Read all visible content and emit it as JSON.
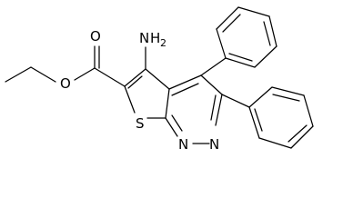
{
  "molecule": {
    "atoms": {
      "amino": {
        "element": "N",
        "hydrogens": "H",
        "count": "2"
      },
      "sulfur": {
        "element": "S"
      },
      "ester_carbonyl_o": {
        "element": "O"
      },
      "ester_ether_o": {
        "element": "O"
      },
      "pyridazine_n1": {
        "element": "N"
      },
      "pyridazine_n2": {
        "element": "N"
      }
    },
    "colors": {
      "ink": "#000000",
      "background": "#ffffff"
    }
  }
}
